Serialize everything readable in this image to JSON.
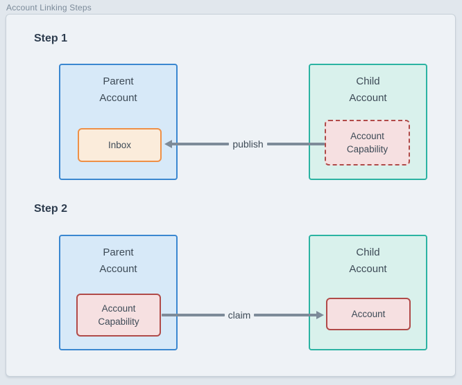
{
  "panel": {
    "title": "Account Linking Steps"
  },
  "colors": {
    "page_bg": "#e1e7ed",
    "panel_bg": "#eef2f6",
    "panel_border": "#c7d0d8",
    "title_color": "#7b8a99",
    "step_color": "#2d3c4e",
    "text_color": "#3d4a56",
    "parent_fill": "#d7e9f8",
    "parent_border": "#3a87d0",
    "child_fill": "#d9f1ec",
    "child_border": "#2bb3a2",
    "inbox_fill": "#fbecdb",
    "inbox_border": "#ee9047",
    "capability_fill": "#f6e0e1",
    "capability_border": "#b04a48",
    "arrow_color": "#7d8b99"
  },
  "steps": [
    {
      "label": "Step 1",
      "parent": {
        "title": "Parent\nAccount",
        "inner": "Inbox"
      },
      "child": {
        "title": "Child\nAccount",
        "inner": "Account\nCapability"
      },
      "arrow": {
        "label": "publish",
        "direction": "child-to-parent"
      }
    },
    {
      "label": "Step 2",
      "parent": {
        "title": "Parent\nAccount",
        "inner": "Account\nCapability"
      },
      "child": {
        "title": "Child\nAccount",
        "inner": "Account"
      },
      "arrow": {
        "label": "claim",
        "direction": "parent-to-child"
      }
    }
  ]
}
